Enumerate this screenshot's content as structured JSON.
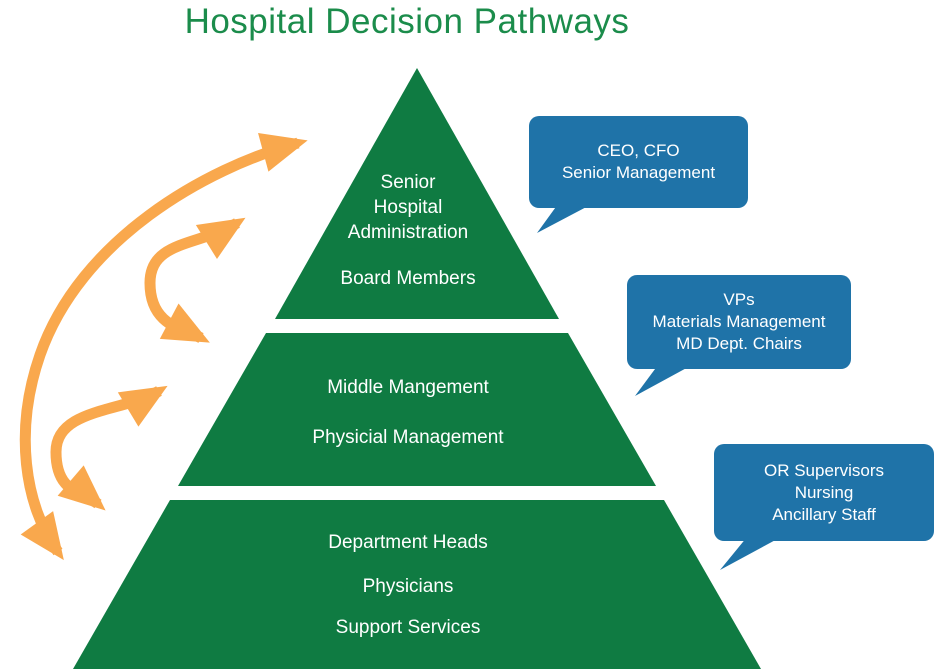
{
  "title": "Hospital Decision Pathways",
  "colors": {
    "pyramid_green": "#0f7b42",
    "title_green": "#1b8c4b",
    "arrow_orange": "#f9a84d",
    "callout_blue": "#1f73a8",
    "text_white": "#ffffff"
  },
  "pyramid": {
    "tier1": {
      "block": "Senior\nHospital\nAdministration",
      "line4": "Board Members"
    },
    "tier2": {
      "line1": "Middle Mangement",
      "line2": "Physicial Management"
    },
    "tier3": {
      "line1": "Department Heads",
      "line2": "Physicians",
      "line3": "Support Services"
    }
  },
  "callouts": {
    "top": {
      "line1": "CEO, CFO",
      "line2": "Senior Management"
    },
    "middle": {
      "line1": "VPs",
      "line2": "Materials Management",
      "line3": "MD Dept. Chairs"
    },
    "bottom": {
      "line1": "OR Supervisors",
      "line2": "Nursing",
      "line3": "Ancillary Staff"
    }
  },
  "icons": {
    "arrow_top_bottom": "curved-double-arrow-top-tier-to-bottom-tier",
    "arrow_tier1_tier2": "curved-double-arrow-top-tier-to-middle-tier",
    "arrow_tier2_tier3": "curved-double-arrow-middle-tier-to-bottom-tier"
  }
}
